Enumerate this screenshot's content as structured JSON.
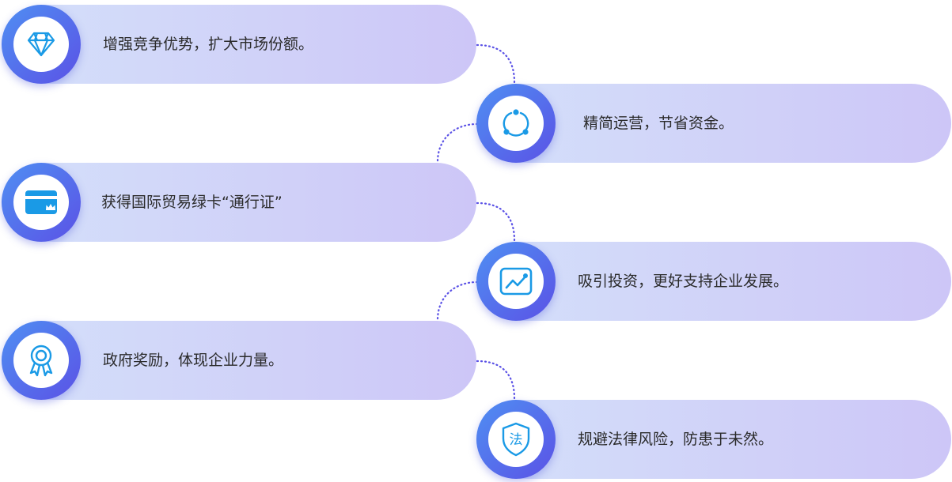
{
  "colors": {
    "pill_start": "#d4e0fa",
    "pill_end": "#cdc6f7",
    "badge_start": "#4f8ff2",
    "badge_end": "#5b52e6",
    "icon": "#1a9ae6",
    "connector": "#5b52e6"
  },
  "items": [
    {
      "text": "增强竞争优势，扩大市场份额。",
      "icon": "diamond-icon"
    },
    {
      "text": "精简运营，节省资金。",
      "icon": "cycle-icon"
    },
    {
      "text": "获得国际贸易绿卡“通行证”",
      "icon": "card-crown-icon"
    },
    {
      "text": "吸引投资，更好支持企业发展。",
      "icon": "growth-chart-icon"
    },
    {
      "text": "政府奖励，体现企业力量。",
      "icon": "award-ribbon-icon"
    },
    {
      "text": "规避法律风险，防患于未然。",
      "icon": "law-shield-icon"
    }
  ],
  "shield_glyph": "法"
}
